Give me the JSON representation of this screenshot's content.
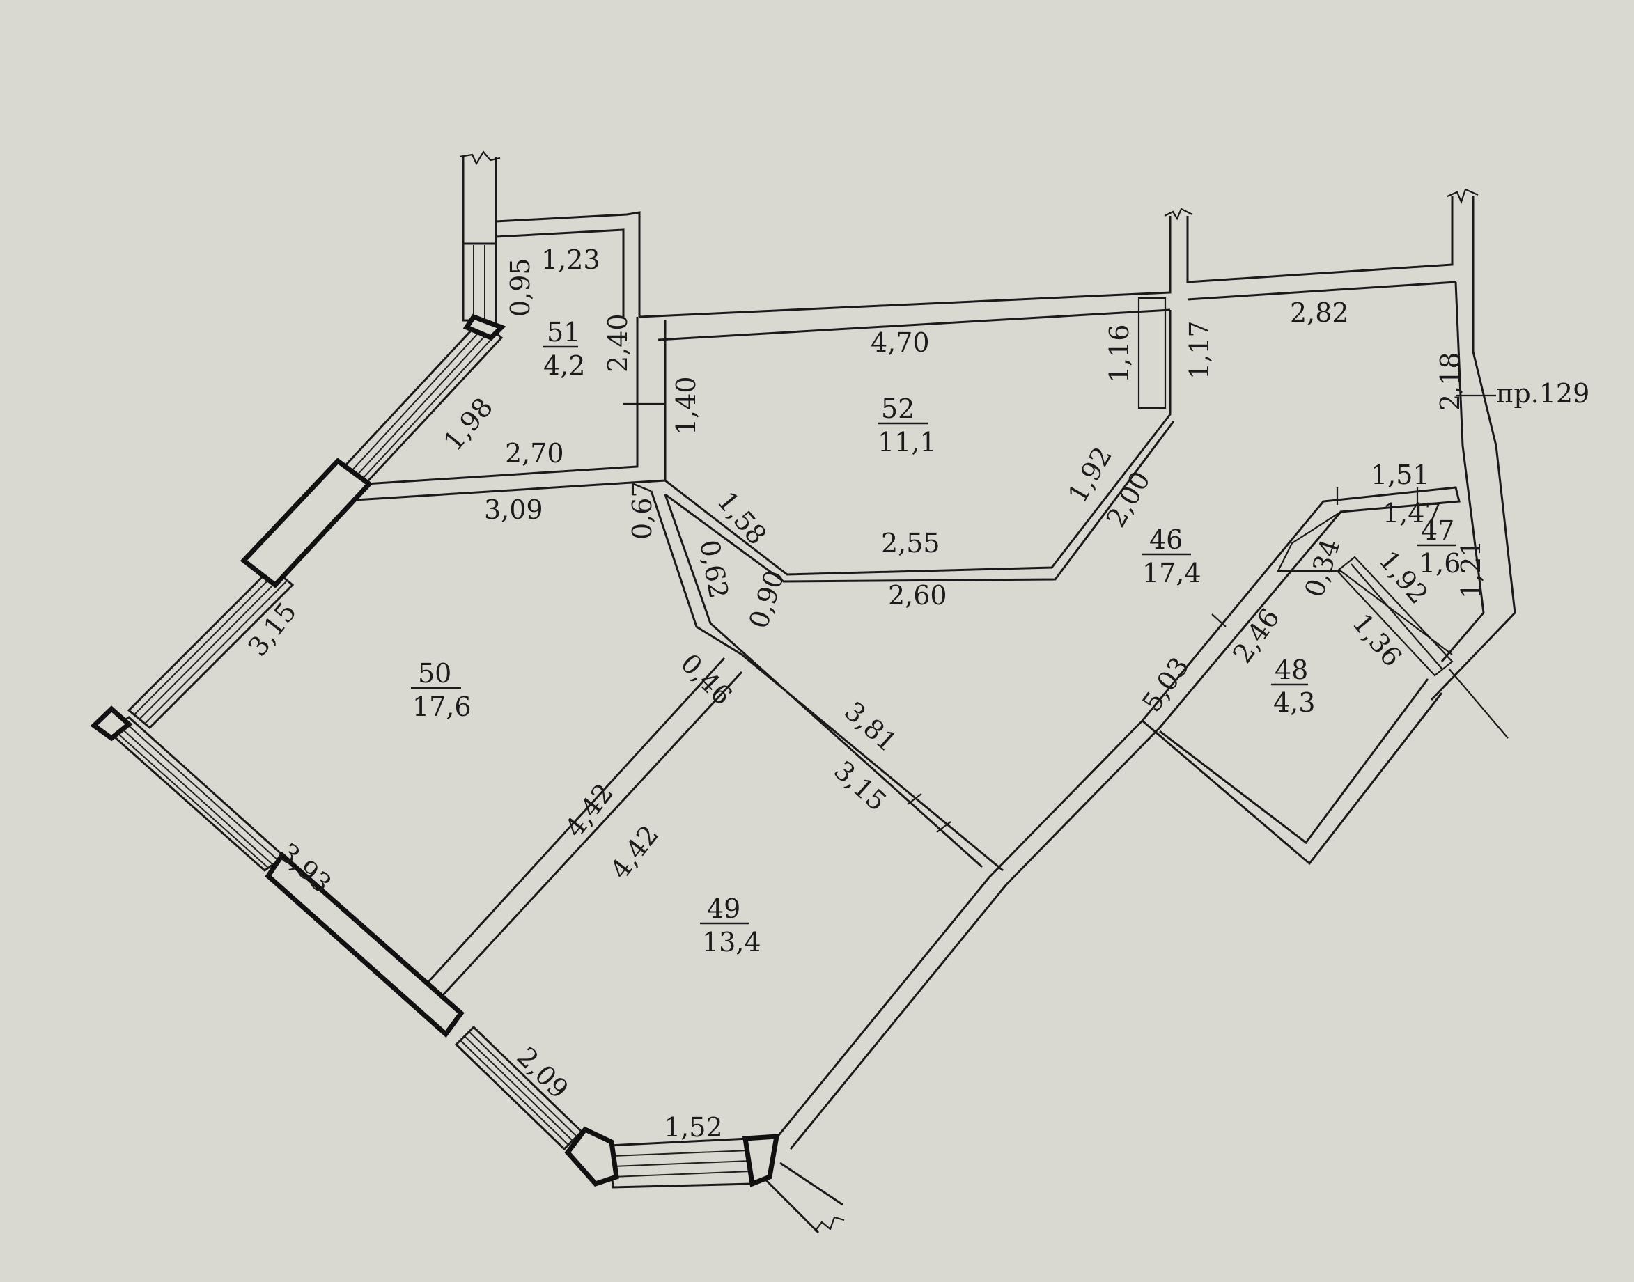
{
  "rooms": [
    {
      "id": "51",
      "number": "51",
      "area": "4,2"
    },
    {
      "id": "52",
      "number": "52",
      "area": "11,1"
    },
    {
      "id": "46",
      "number": "46",
      "area": "17,4"
    },
    {
      "id": "47",
      "number": "47",
      "area": "1,6"
    },
    {
      "id": "48",
      "number": "48",
      "area": "4,3"
    },
    {
      "id": "49",
      "number": "49",
      "area": "13,4"
    },
    {
      "id": "50",
      "number": "50",
      "area": "17,6"
    }
  ],
  "dimensions": {
    "d_123": "1,23",
    "d_095": "0,95",
    "d_240": "2,40",
    "d_198": "1,98",
    "d_270": "2,70",
    "d_140": "1,40",
    "d_470": "4,70",
    "d_116": "1,16",
    "d_117": "1,17",
    "d_282": "2,82",
    "d_218": "2,18",
    "d_309": "3,09",
    "d_067": "0,67",
    "d_158": "1,58",
    "d_192a": "1,92",
    "d_200": "2,00",
    "d_255": "2,55",
    "d_260": "2,60",
    "d_062": "0,62",
    "d_090": "0,90",
    "d_151": "1,51",
    "d_147": "1,47",
    "d_121": "1,21",
    "d_034": "0,34",
    "d_192b": "1,92",
    "d_136": "1,36",
    "d_246": "2,46",
    "d_503": "5,03",
    "d_315a": "3,15",
    "d_046": "0,46",
    "d_381": "3,81",
    "d_315b": "3,15",
    "d_442a": "4,42",
    "d_442b": "4,42",
    "d_393": "3,93",
    "d_209": "2,09",
    "d_152": "1,52"
  },
  "annotation": "пр.129"
}
